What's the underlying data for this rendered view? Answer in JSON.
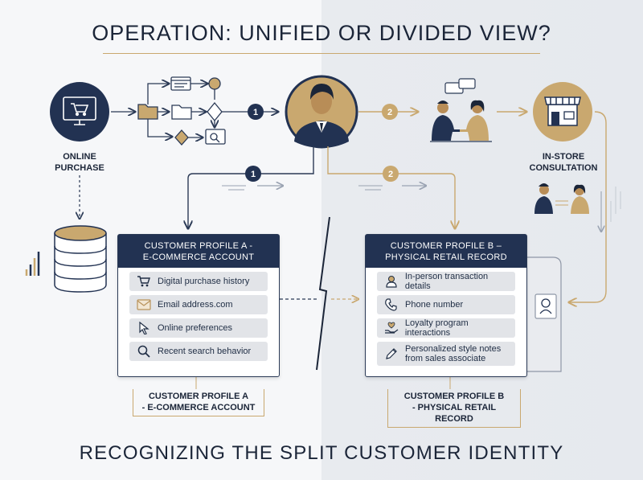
{
  "title": "OPERATION: UNIFIED OR DIVIDED VIEW?",
  "subtitle": "RECOGNIZING THE SPLIT CUSTOMER IDENTITY",
  "nodes": {
    "online": "ONLINE\nPURCHASE",
    "instore": "IN-STORE\nCONSULTATION"
  },
  "badges": {
    "one": "1",
    "two": "2"
  },
  "profile_a": {
    "header": "CUSTOMER PROFILE A -\nE-COMMERCE ACCOUNT",
    "items": [
      {
        "label": "Digital purchase history",
        "icon": "cart-icon"
      },
      {
        "label": "Email address.com",
        "icon": "envelope-icon"
      },
      {
        "label": "Online preferences",
        "icon": "cursor-icon"
      },
      {
        "label": "Recent search behavior",
        "icon": "magnifier-icon"
      }
    ],
    "caption": "CUSTOMER PROFILE A\n- E-COMMERCE ACCOUNT"
  },
  "profile_b": {
    "header": "CUSTOMER PROFILE B –\nPHYSICAL RETAIL RECORD",
    "items": [
      {
        "label": "In-person transaction details",
        "icon": "person-icon"
      },
      {
        "label": "Phone number",
        "icon": "phone-icon"
      },
      {
        "label": "Loyalty program interactions",
        "icon": "heart-hand-icon"
      },
      {
        "label": "Personalized style notes\nfrom sales associate",
        "icon": "pencil-icon"
      }
    ],
    "caption": "CUSTOMER PROFILE B\n- PHYSICAL RETAIL RECORD"
  },
  "colors": {
    "navy": "#223252",
    "gold": "#c9a86f",
    "gray_arrow": "#9aa3b2"
  }
}
